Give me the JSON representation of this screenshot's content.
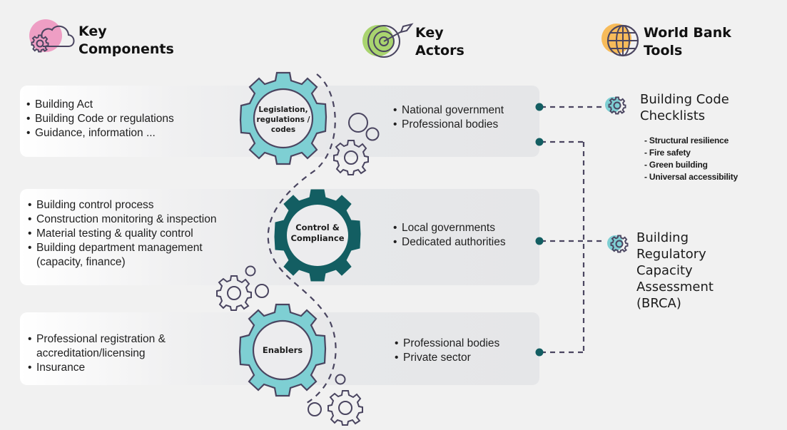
{
  "headers": {
    "components": {
      "line1": "Key",
      "line2": "Components",
      "icon": "cloud-gear-icon",
      "accent": "#ee9ec4"
    },
    "actors": {
      "line1": "Key",
      "line2": "Actors",
      "icon": "target-icon",
      "accent": "#a9d46f"
    },
    "tools": {
      "line1": "World Bank",
      "line2": "Tools",
      "icon": "globe-icon",
      "accent": "#f7bb5a"
    }
  },
  "rows": [
    {
      "gear_label": [
        "Legislation,",
        "regulations /",
        "codes"
      ],
      "components": [
        "Building Act",
        "Building Code or regulations",
        "Guidance, information ..."
      ],
      "actors": [
        "National government",
        "Professional bodies"
      ],
      "gear_color": "#7ecfd3"
    },
    {
      "gear_label": [
        "Control &",
        "Compliance"
      ],
      "components": [
        "Building control process",
        "Construction monitoring & inspection",
        "Material testing & quality control",
        "Building department management",
        "(capacity, finance)"
      ],
      "actors": [
        "Local governments",
        "Dedicated authorities"
      ],
      "gear_color": "#135e62"
    },
    {
      "gear_label": [
        "Enablers"
      ],
      "components": [
        "Professional registration &",
        "accreditation/licensing",
        "Insurance"
      ],
      "actors": [
        "Professional bodies",
        "Private sector"
      ],
      "gear_color": "#7ecfd3"
    }
  ],
  "tools": [
    {
      "title": [
        "Building Code",
        "Checklists"
      ],
      "items": [
        "- Structural resilience",
        "- Fire safety",
        "- Green building",
        "- Universal accessibility"
      ],
      "icon": "gear-icon"
    },
    {
      "title": [
        "Building",
        "Regulatory",
        "Capacity",
        "Assessment",
        "(BRCA)"
      ],
      "icon": "gear-icon"
    }
  ],
  "colors": {
    "outline": "#4a4560",
    "teal_light": "#7ecfd3",
    "teal_dark": "#135e62",
    "connector_dot": "#135e62"
  }
}
